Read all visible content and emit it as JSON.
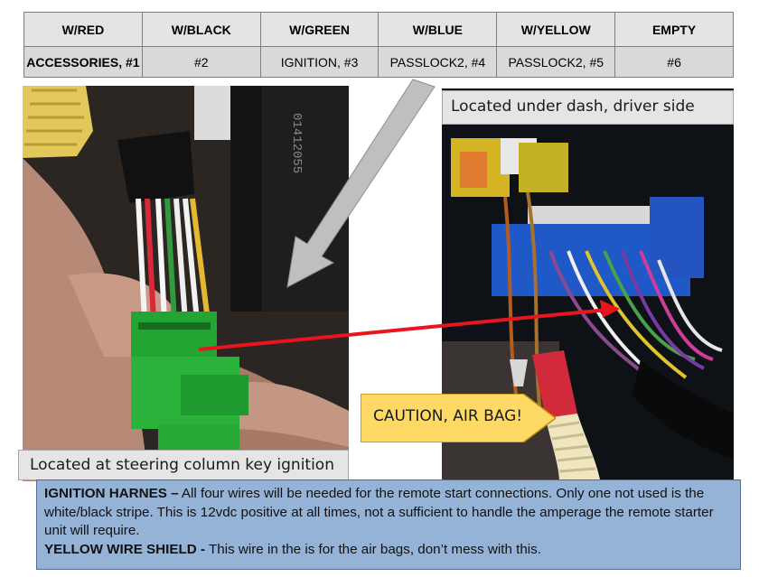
{
  "wire_table": {
    "headers": [
      "W/RED",
      "W/BLACK",
      "W/GREEN",
      "W/BLUE",
      "W/YELLOW",
      "EMPTY"
    ],
    "values": [
      "ACCESSORIES, #1",
      "#2",
      "IGNITION, #3",
      "PASSLOCK2, #4",
      "PASSLOCK2, #5",
      "#6"
    ]
  },
  "labels": {
    "under_dash": "Located under dash, driver side",
    "steering": "Located at steering column key ignition",
    "caution": "CAUTION, AIR BAG!",
    "connector_marking": "01412055"
  },
  "note": {
    "ignition_title": "IGNITION HARNES –",
    "ignition_text": " All four wires will be needed for the remote start connections. Only one not used is the white/black stripe. This is 12vdc positive at all times, not a sufficient to handle the amperage the remote starter unit will require.",
    "yellow_title": "YELLOW WIRE SHIELD -",
    "yellow_text": " This wire in the is for the air bags, don’t mess with this."
  },
  "colors": {
    "table_header_bg": "#e4e4e4",
    "table_row_bg": "#d9d9d9",
    "note_bg": "#95b3d7",
    "caution_fill": "#ffd966",
    "pointer_red": "#e8141e",
    "pointer_gray": "#bfbfbf",
    "connector_green": "#2ab23a"
  }
}
